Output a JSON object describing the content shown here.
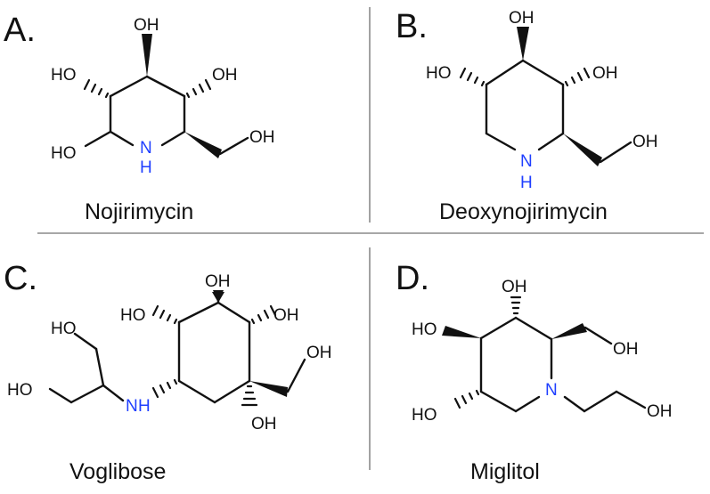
{
  "panels": [
    {
      "letter": "A.",
      "name": "Nojirimycin"
    },
    {
      "letter": "B.",
      "name": "Deoxynojirimycin"
    },
    {
      "letter": "C.",
      "name": "Voglibose"
    },
    {
      "letter": "D.",
      "name": "Miglitol"
    }
  ],
  "atoms": {
    "oh": "OH",
    "ho": "HO",
    "n": "N",
    "h": "H"
  },
  "colors": {
    "nitrogen": "#1f3fff",
    "bond": "#111111",
    "divider": "#8a8a8a"
  }
}
